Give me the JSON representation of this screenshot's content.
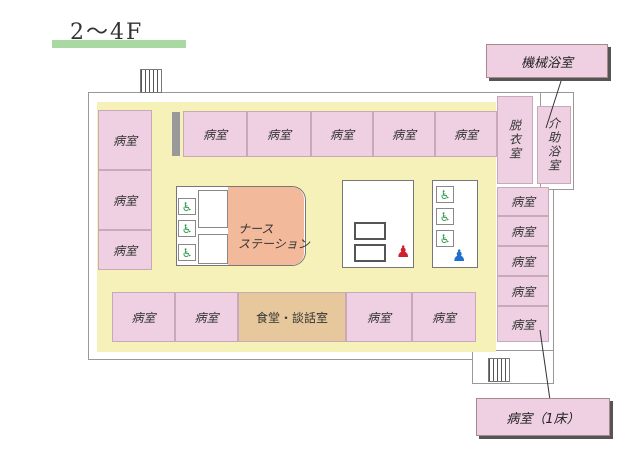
{
  "floor_title": "2～4F",
  "callouts": {
    "bath": "機械浴室",
    "single_room": "病室（1床）"
  },
  "rooms": {
    "ward": "病室",
    "nurse_station": "ナース\nステーション",
    "dining": "食堂・談話室",
    "undressing": "脱衣室",
    "assisted_bath": "介助浴室"
  },
  "icons": {
    "wheelchair": "wheelchair-icon",
    "male": "male-toilet-icon",
    "female": "female-toilet-icon"
  },
  "colors": {
    "ward_fill": "#eed0e2",
    "corridor": "#f5f1b9",
    "nurse_station": "#f2b99a",
    "dining": "#e7c89d",
    "title_underline": "#a9d8a3"
  }
}
